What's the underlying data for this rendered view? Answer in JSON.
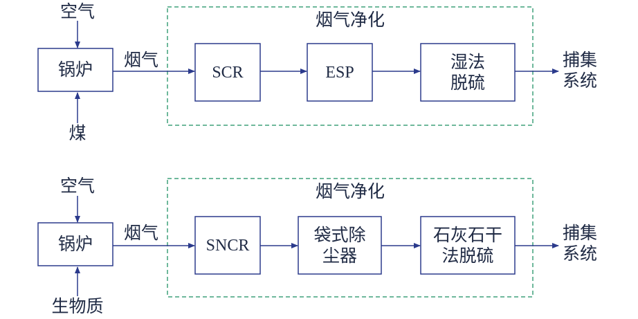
{
  "colors": {
    "line": "#2b3a8c",
    "dashed": "#3fa07a",
    "text": "#1f2a44"
  },
  "diagrams": [
    {
      "boiler": "锅炉",
      "input_top": "空气",
      "input_bottom": "煤",
      "flue_gas": "烟气",
      "group_title": "烟气净化",
      "steps": [
        "SCR",
        "ESP",
        [
          "湿法",
          "脱硫"
        ]
      ],
      "output": [
        "捕集",
        "系统"
      ]
    },
    {
      "boiler": "锅炉",
      "input_top": "空气",
      "input_bottom": "生物质",
      "flue_gas": "烟气",
      "group_title": "烟气净化",
      "steps": [
        "SNCR",
        [
          "袋式除",
          "尘器"
        ],
        [
          "石灰石干",
          "法脱硫"
        ]
      ],
      "output": [
        "捕集",
        "系统"
      ]
    }
  ]
}
